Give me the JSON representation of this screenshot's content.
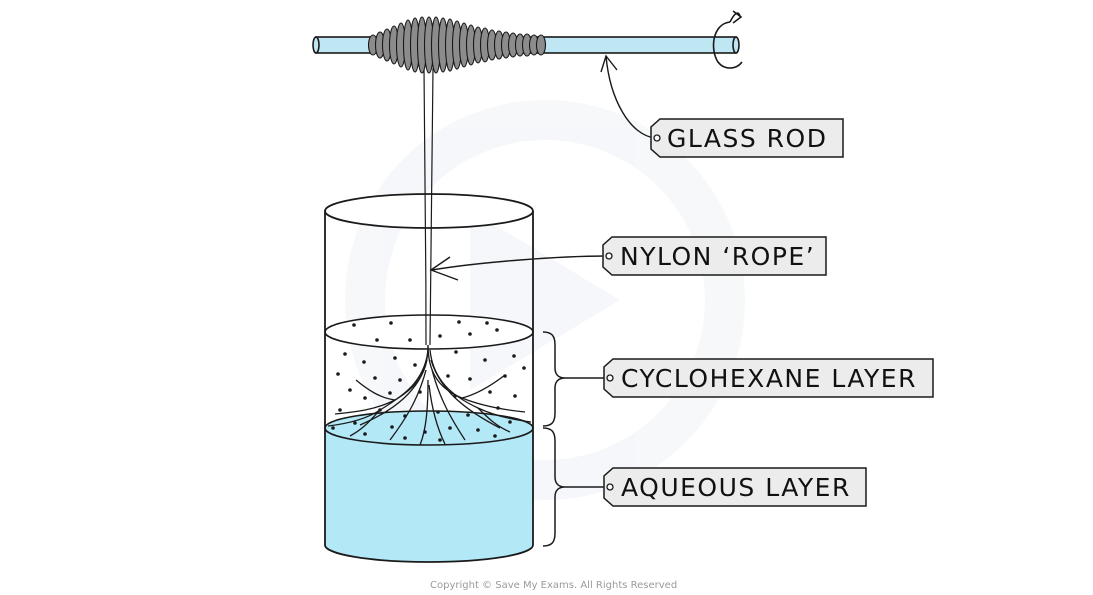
{
  "labels": {
    "glass_rod": "GLASS ROD",
    "nylon_rope": "NYLON ‘ROPE’",
    "cyclohexane_layer": "CYCLOHEXANE LAYER",
    "aqueous_layer": "AQUEOUS LAYER"
  },
  "copyright": "Copyright © Save My Exams. All Rights Reserved",
  "colors": {
    "aqueous": "#b3e8f7",
    "rod": "#bfe6f3",
    "tag": "#ececec",
    "coil": "#8c8c8c",
    "outline": "#1a1a1a"
  }
}
